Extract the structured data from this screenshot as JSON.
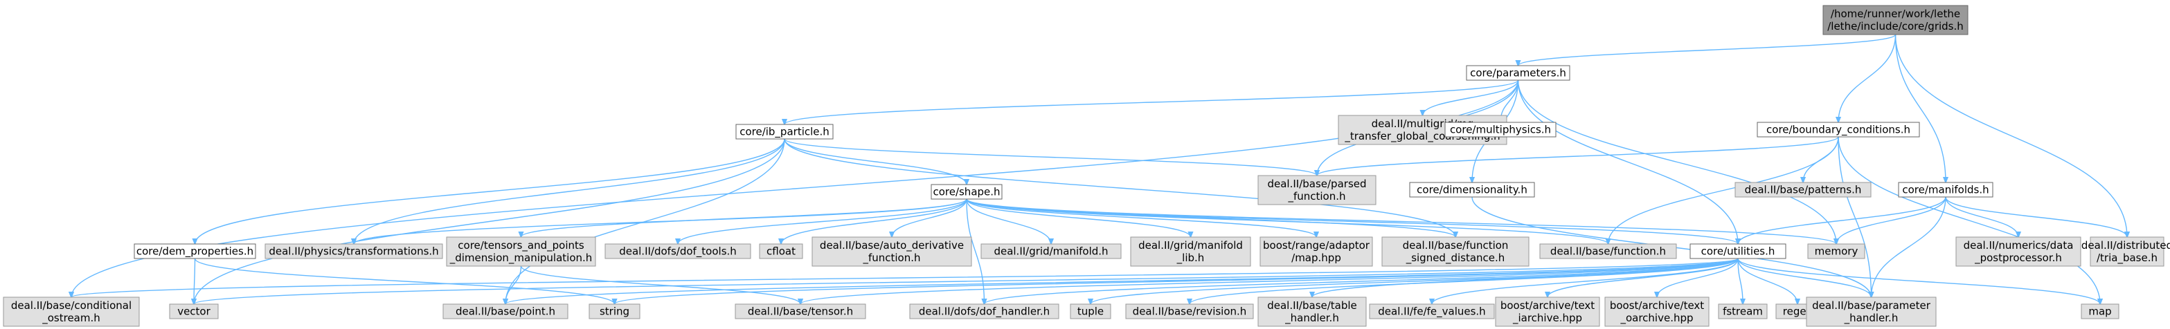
{
  "nodes": {
    "grids": [
      "/home/runner/work/lethe",
      "/lethe/include/core/grids.h"
    ],
    "parameters": [
      "core/parameters.h"
    ],
    "ib_particle": [
      "core/ib_particle.h"
    ],
    "multigrid": [
      "deal.II/multigrid/mg",
      "_transfer_global_coarsening.h"
    ],
    "multiphysics": [
      "core/multiphysics.h"
    ],
    "boundary_conditions": [
      "core/boundary_conditions.h"
    ],
    "parsed_function": [
      "deal.II/base/parsed",
      "_function.h"
    ],
    "dimensionality": [
      "core/dimensionality.h"
    ],
    "patterns": [
      "deal.II/base/patterns.h"
    ],
    "manifolds": [
      "core/manifolds.h"
    ],
    "shape": [
      "core/shape.h"
    ],
    "dem_properties": [
      "core/dem_properties.h"
    ],
    "transformations": [
      "deal.II/physics/transformations.h"
    ],
    "tensors_points": [
      "core/tensors_and_points",
      "_dimension_manipulation.h"
    ],
    "dof_tools": [
      "deal.II/dofs/dof_tools.h"
    ],
    "cfloat": [
      "cfloat"
    ],
    "auto_derivative": [
      "deal.II/base/auto_derivative",
      "_function.h"
    ],
    "grid_manifold_h": [
      "deal.II/grid/manifold.h"
    ],
    "grid_manifold_lib": [
      "deal.II/grid/manifold",
      "_lib.h"
    ],
    "range_adaptor": [
      "boost/range/adaptor",
      "/map.hpp"
    ],
    "function_signed": [
      "deal.II/base/function",
      "_signed_distance.h"
    ],
    "base_function": [
      "deal.II/base/function.h"
    ],
    "utilities": [
      "core/utilities.h"
    ],
    "memory": [
      "memory"
    ],
    "data_postprocessor": [
      "deal.II/numerics/data",
      "_postprocessor.h"
    ],
    "tria_base": [
      "deal.II/distributed",
      "/tria_base.h"
    ],
    "conditional_ostream": [
      "deal.II/base/conditional",
      "_ostream.h"
    ],
    "vector": [
      "vector"
    ],
    "point": [
      "deal.II/base/point.h"
    ],
    "string": [
      "string"
    ],
    "tensor": [
      "deal.II/base/tensor.h"
    ],
    "dof_handler": [
      "deal.II/dofs/dof_handler.h"
    ],
    "tuple": [
      "tuple"
    ],
    "revision": [
      "deal.II/base/revision.h"
    ],
    "table_handler": [
      "deal.II/base/table",
      "_handler.h"
    ],
    "fe_values": [
      "deal.II/fe/fe_values.h"
    ],
    "text_iarchive": [
      "boost/archive/text",
      "_iarchive.hpp"
    ],
    "text_oarchive": [
      "boost/archive/text",
      "_oarchive.hpp"
    ],
    "fstream": [
      "fstream"
    ],
    "regex": [
      "regex"
    ],
    "parameter_handler": [
      "deal.II/base/parameter",
      "_handler.h"
    ],
    "map": [
      "map"
    ]
  },
  "colors": {
    "edge": "#63b8ff",
    "root_fill": "#999999",
    "local_fill": "#ffffff",
    "external_fill": "#e0e0e0",
    "border": "#666666"
  }
}
